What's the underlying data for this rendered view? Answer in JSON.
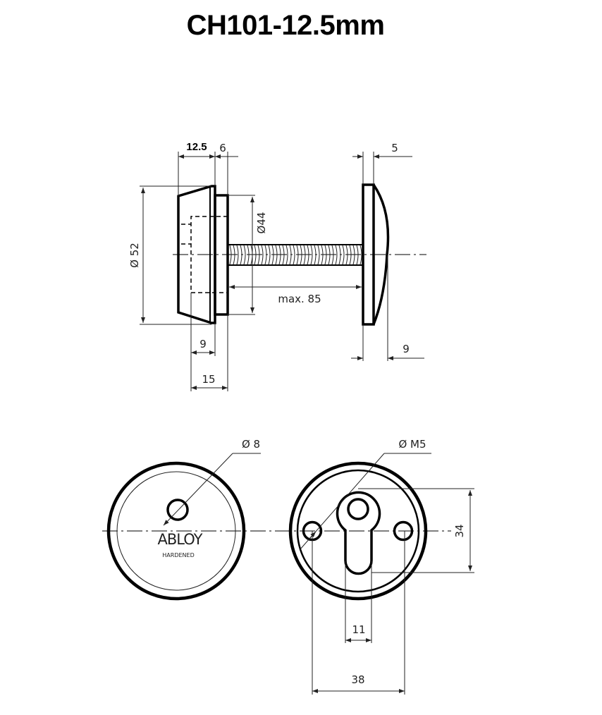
{
  "title": "CH101-12.5mm",
  "side_view": {
    "dim_front_thickness": "12.5",
    "dim_ring": "6",
    "dim_back_plate": "5",
    "dim_outer_diameter": "Ø 52",
    "dim_ring_diameter": "Ø44",
    "dim_max_length": "max. 85",
    "dim_inner_9": "9",
    "dim_inner_15": "15",
    "dim_back_dome": "9"
  },
  "front_view": {
    "dim_hole": "Ø 8",
    "brand": "ABLOY",
    "brand_sub": "HARDENED"
  },
  "back_view": {
    "dim_screw": "Ø M5",
    "dim_keyhole_height": "34",
    "dim_slot_width": "11",
    "dim_hole_spacing": "38"
  }
}
